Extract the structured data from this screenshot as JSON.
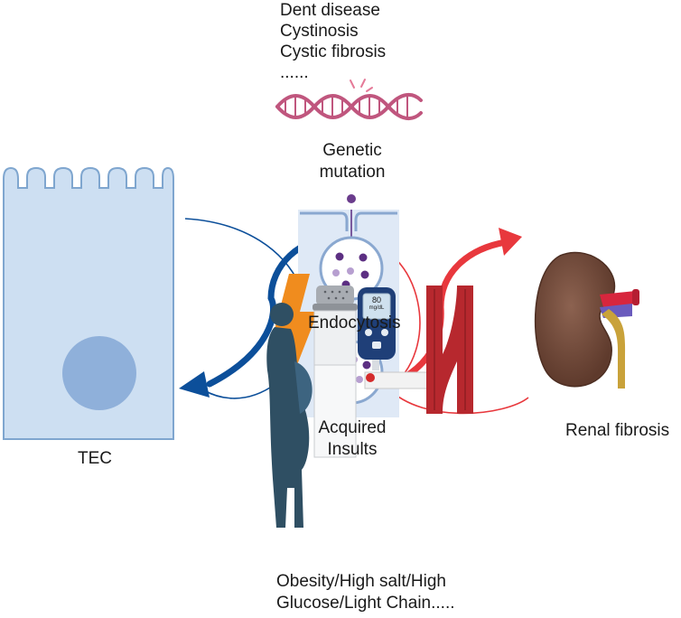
{
  "disease_list": [
    "Dent disease",
    "Cystinosis",
    "Cystic fibrosis",
    "......"
  ],
  "genetic_mutation_label": [
    "Genetic",
    "mutation"
  ],
  "endocytosis_label": "Endocytosis",
  "acquired_insults_label": [
    "Acquired",
    "Insults"
  ],
  "tec_label": "TEC",
  "renal_fibrosis_label": "Renal fibrosis",
  "glucometer_reading": [
    "80",
    "mg/dL"
  ],
  "risk_factors_label": [
    "Obesity/High salt/High",
    "Glucose/Light Chain....."
  ],
  "colors": {
    "cell_fill": "#cddff2",
    "cell_stroke": "#7fa6cf",
    "nucleus": "#8fb0da",
    "blue_arrow": "#0c4f9a",
    "red_arrow": "#e8383d",
    "lightning": "#f08c1e",
    "dna": "#c0567e",
    "vesicle_panel": "#dfe9f6",
    "kidney": "#7a5040",
    "ureter": "#c9a23a"
  }
}
